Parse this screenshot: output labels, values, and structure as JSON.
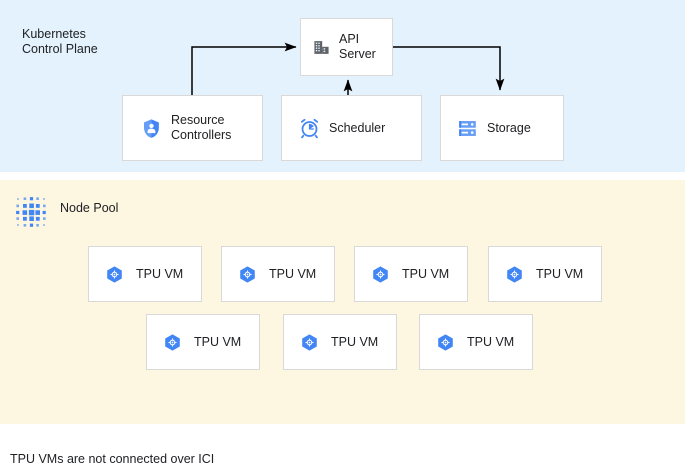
{
  "caption": "TPU VMs are not connected over ICI",
  "colors": {
    "control_plane_bg": "#e3f2fd",
    "node_pool_bg": "#fdf6e1",
    "box_bg": "#ffffff",
    "box_border": "#d9d9d9",
    "icon_blue": "#4285f4",
    "icon_blue_light": "#8ab4f8",
    "icon_gray": "#5f6368",
    "text": "#202124",
    "connector": "#000000"
  },
  "control_plane": {
    "title": "Kubernetes\nControl Plane",
    "icon": "none",
    "nodes": [
      {
        "id": "api-server",
        "label": "API\nServer",
        "icon": "building-icon"
      },
      {
        "id": "resource-controllers",
        "label": "Resource\nControllers",
        "icon": "shield-person-icon"
      },
      {
        "id": "scheduler",
        "label": "Scheduler",
        "icon": "alarm-clock-icon"
      },
      {
        "id": "storage",
        "label": "Storage",
        "icon": "server-rack-icon"
      }
    ],
    "connectors": [
      {
        "from": "resource-controllers",
        "to": "api-server",
        "style": "elbow-up-right",
        "arrow": "to"
      },
      {
        "from": "scheduler",
        "to": "api-server",
        "style": "straight-up",
        "arrow": "to"
      },
      {
        "from": "api-server",
        "to": "storage",
        "style": "elbow-right-down",
        "arrow": "to"
      }
    ]
  },
  "node_pool": {
    "title": "Node Pool",
    "icon": "dot-grid-icon",
    "rows": [
      {
        "id": "tpu-row-top",
        "vms": [
          {
            "id": "tpu-vm-1",
            "label": "TPU VM",
            "icon": "tpu-hexagon-icon"
          },
          {
            "id": "tpu-vm-2",
            "label": "TPU VM",
            "icon": "tpu-hexagon-icon"
          },
          {
            "id": "tpu-vm-3",
            "label": "TPU VM",
            "icon": "tpu-hexagon-icon"
          },
          {
            "id": "tpu-vm-4",
            "label": "TPU VM",
            "icon": "tpu-hexagon-icon"
          }
        ]
      },
      {
        "id": "tpu-row-bottom",
        "vms": [
          {
            "id": "tpu-vm-5",
            "label": "TPU VM",
            "icon": "tpu-hexagon-icon"
          },
          {
            "id": "tpu-vm-6",
            "label": "TPU VM",
            "icon": "tpu-hexagon-icon"
          },
          {
            "id": "tpu-vm-7",
            "label": "TPU VM",
            "icon": "tpu-hexagon-icon"
          }
        ]
      }
    ]
  }
}
